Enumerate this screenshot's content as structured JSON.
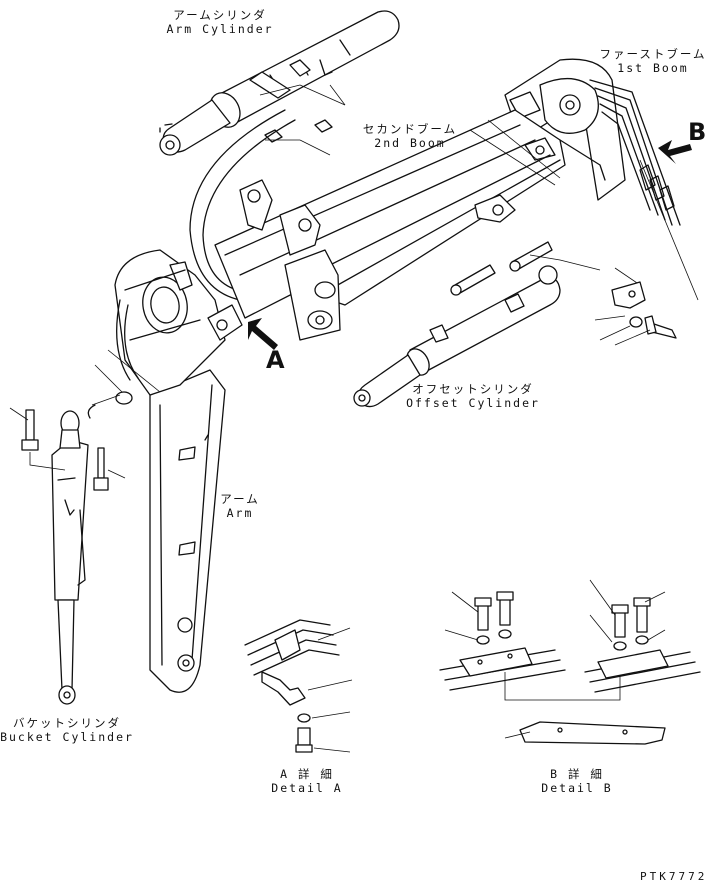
{
  "labels": {
    "arm_cylinder": {
      "jp": "アームシリンダ",
      "en": "Arm Cylinder"
    },
    "first_boom": {
      "jp": "ファーストブーム",
      "en": "1st Boom"
    },
    "second_boom": {
      "jp": "セカンドブーム",
      "en": "2nd Boom"
    },
    "offset_cylinder": {
      "jp": "オフセットシリンダ",
      "en": "Offset Cylinder"
    },
    "arm": {
      "jp": "アーム",
      "en": "Arm"
    },
    "bucket_cylinder": {
      "jp": "バケットシリンダ",
      "en": "Bucket Cylinder"
    },
    "detail_a": {
      "jp": "A 詳 細",
      "en": "Detail A"
    },
    "detail_b": {
      "jp": "B 詳 細",
      "en": "Detail B"
    }
  },
  "view_markers": {
    "a": "A",
    "b": "B"
  },
  "drawing_code": "PTK7772"
}
